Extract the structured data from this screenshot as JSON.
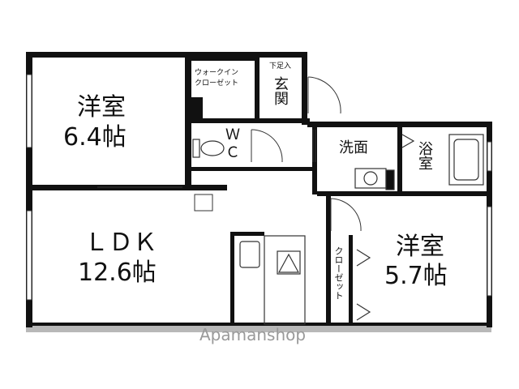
{
  "rooms": {
    "western_room_1": {
      "name": "洋室",
      "size": "6.4帖"
    },
    "western_room_2": {
      "name": "洋室",
      "size": "5.7帖"
    },
    "ldk": {
      "name": "ＬＤＫ",
      "size": "12.6帖"
    },
    "walk_in_closet": {
      "line1": "ウォークイン",
      "line2": "クローゼット"
    },
    "shoe_box": "下足入",
    "entrance": "玄関",
    "wc": {
      "line1": "Ｗ",
      "line2": "Ｃ"
    },
    "washroom": "洗面",
    "bathroom": "浴室",
    "closet": "クローゼット"
  },
  "watermark": "Apamanshop",
  "colors": {
    "wall": "#111111",
    "floor_strip": "#b8b8b8",
    "line": "#333333",
    "watermark": "#9a9a9a"
  }
}
